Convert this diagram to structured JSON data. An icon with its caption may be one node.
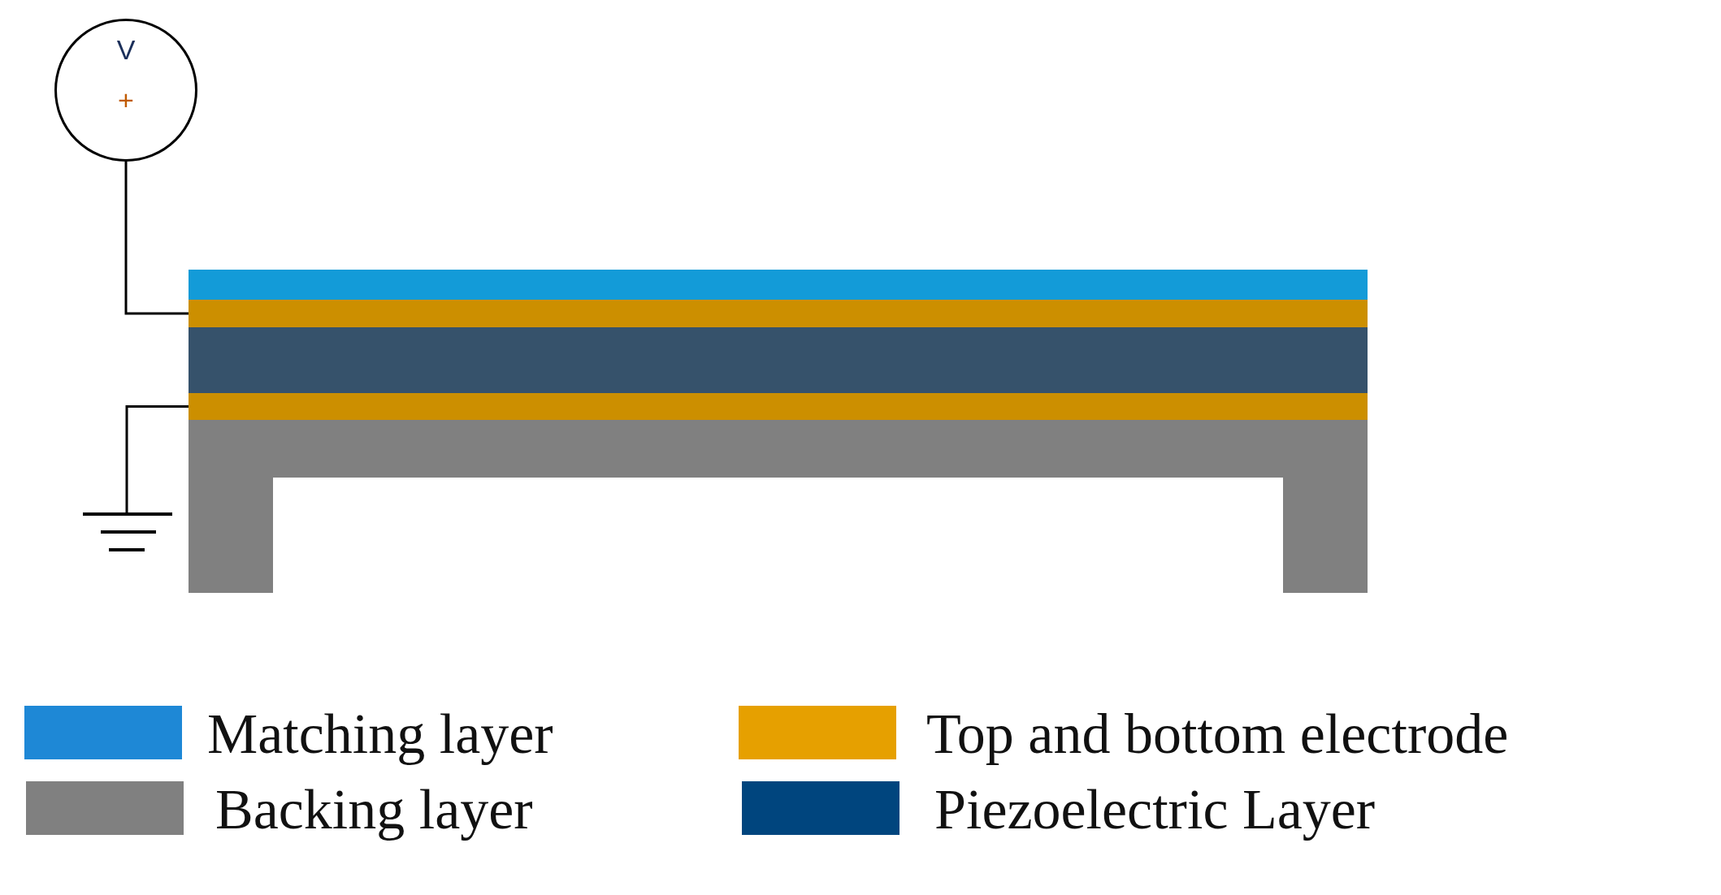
{
  "diagram": {
    "nodes": [
      {
        "text": [
          "V",
          "+"
        ]
      },
      {
        "text": [],
        "shape": "bar"
      },
      {
        "text": [],
        "shape": "bar"
      },
      {
        "text": [],
        "shape": "bar"
      },
      {
        "text": [],
        "shape": "bar"
      },
      {
        "text": [],
        "shape": "bar"
      },
      {
        "text": [],
        "shape": "ground"
      }
    ],
    "edges": [
      {
        "from": 0,
        "to": 2,
        "arrow": "none"
      },
      {
        "from": 6,
        "to": 4,
        "arrow": "none"
      }
    ],
    "legend": [
      {
        "text": "Matching layer",
        "color": "#1e88d6"
      },
      {
        "text": "Top and bottom electrode",
        "color": "#e6a000"
      },
      {
        "text": "Backing layer",
        "color": "#808080"
      },
      {
        "text": "Piezoelectric Layer",
        "color": "#00457e"
      }
    ]
  }
}
